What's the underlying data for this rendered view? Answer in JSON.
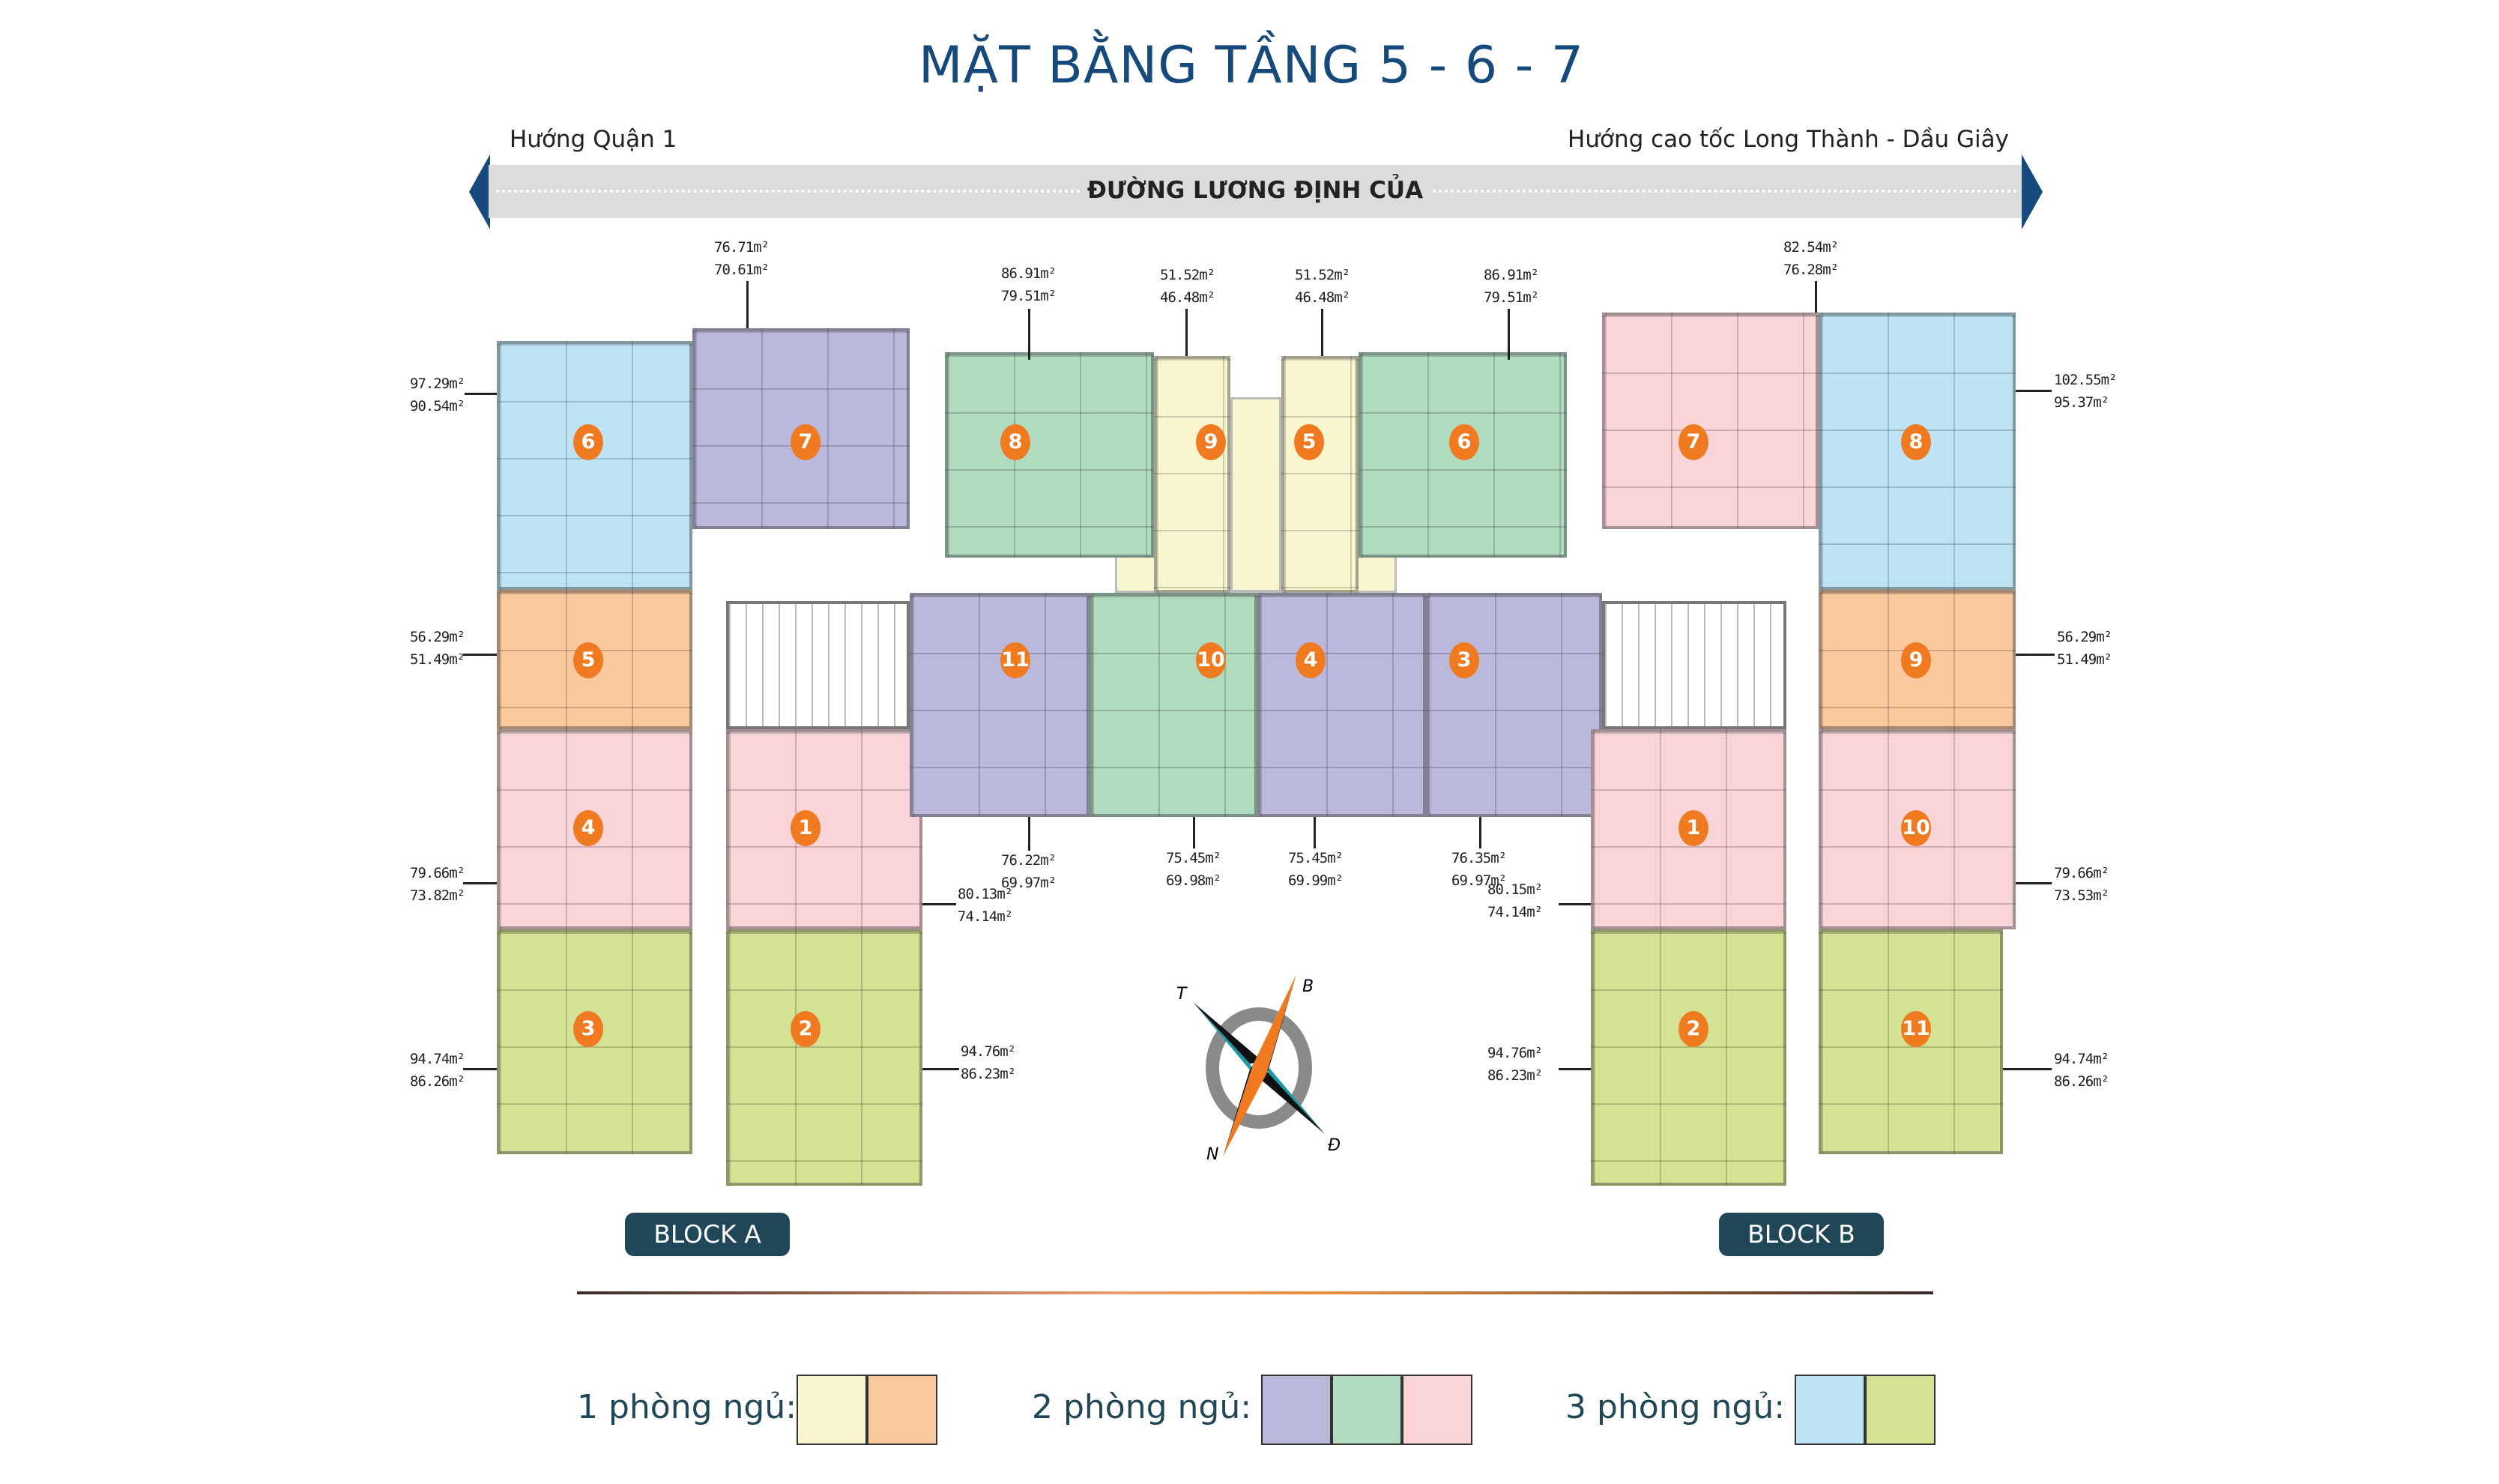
{
  "title": "MẶT BẰNG TẦNG 5 - 6 - 7",
  "direction_left": "Hướng Quận 1",
  "direction_right": "Hướng cao tốc Long Thành - Dầu Giây",
  "road_name": "ĐƯỜNG LƯƠNG ĐỊNH CỦA",
  "colors": {
    "yellow": "#f8f6cf",
    "orange": "#f9c89c",
    "purple": "#bab9dc",
    "green": "#b0dbbf",
    "pink": "#f9d5da",
    "blue": "#bde3f5",
    "lime": "#d3e293",
    "badge": "#f07a1f",
    "title": "#164a7c",
    "arrow": "#164a7c"
  },
  "units": [
    {
      "number": "6",
      "color": "blue",
      "gross": "97.29m²",
      "net": "90.54m²"
    },
    {
      "number": "7",
      "color": "purple",
      "gross": "76.71m²",
      "net": "70.61m²"
    },
    {
      "number": "5",
      "color": "orange",
      "gross": "56.29m²",
      "net": "51.49m²"
    },
    {
      "number": "4",
      "color": "pink",
      "gross": "79.66m²",
      "net": "73.82m²"
    },
    {
      "number": "3",
      "color": "lime",
      "gross": "94.74m²",
      "net": "86.26m²"
    },
    {
      "number": "1",
      "color": "pink",
      "gross": "80.13m²",
      "net": "74.14m²"
    },
    {
      "number": "2",
      "color": "lime",
      "gross": "94.76m²",
      "net": "86.23m²"
    },
    {
      "number": "8",
      "color": "green",
      "gross": "86.91m²",
      "net": "79.51m²"
    },
    {
      "number": "9",
      "color": "yellow",
      "gross": "51.52m²",
      "net": "46.48m²"
    },
    {
      "number": "5",
      "color": "yellow",
      "gross": "51.52m²",
      "net": "46.48m²"
    },
    {
      "number": "6",
      "color": "green",
      "gross": "86.91m²",
      "net": "79.51m²"
    },
    {
      "number": "11",
      "color": "purple",
      "gross": "76.22m²",
      "net": "69.97m²"
    },
    {
      "number": "10",
      "color": "green",
      "gross": "75.45m²",
      "net": "69.98m²"
    },
    {
      "number": "4",
      "color": "purple",
      "gross": "75.45m²",
      "net": "69.99m²"
    },
    {
      "number": "3",
      "color": "purple",
      "gross": "76.35m²",
      "net": "69.97m²"
    },
    {
      "number": "7",
      "color": "pink",
      "gross": "82.54m²",
      "net": "76.28m²"
    },
    {
      "number": "8",
      "color": "blue",
      "gross": "102.55m²",
      "net": "95.37m²"
    },
    {
      "number": "9",
      "color": "orange",
      "gross": "56.29m²",
      "net": "51.49m²"
    },
    {
      "number": "10",
      "color": "pink",
      "gross": "79.66m²",
      "net": "73.53m²"
    },
    {
      "number": "11",
      "color": "lime",
      "gross": "94.74m²",
      "net": "86.26m²"
    },
    {
      "number": "1",
      "color": "pink",
      "gross": "80.15m²",
      "net": "74.14m²"
    },
    {
      "number": "2",
      "color": "lime",
      "gross": "94.76m²",
      "net": "86.23m²"
    }
  ],
  "compass": {
    "north": "B",
    "south": "N",
    "east": "Đ",
    "west": "T"
  },
  "blocks": {
    "a": "BLOCK A",
    "b": "BLOCK B"
  },
  "legend": [
    {
      "label": "1 phòng ngủ:",
      "colors": [
        "yellow",
        "orange"
      ]
    },
    {
      "label": "2 phòng ngủ:",
      "colors": [
        "purple",
        "green",
        "pink"
      ]
    },
    {
      "label": "3 phòng ngủ:",
      "colors": [
        "blue",
        "lime"
      ]
    }
  ]
}
